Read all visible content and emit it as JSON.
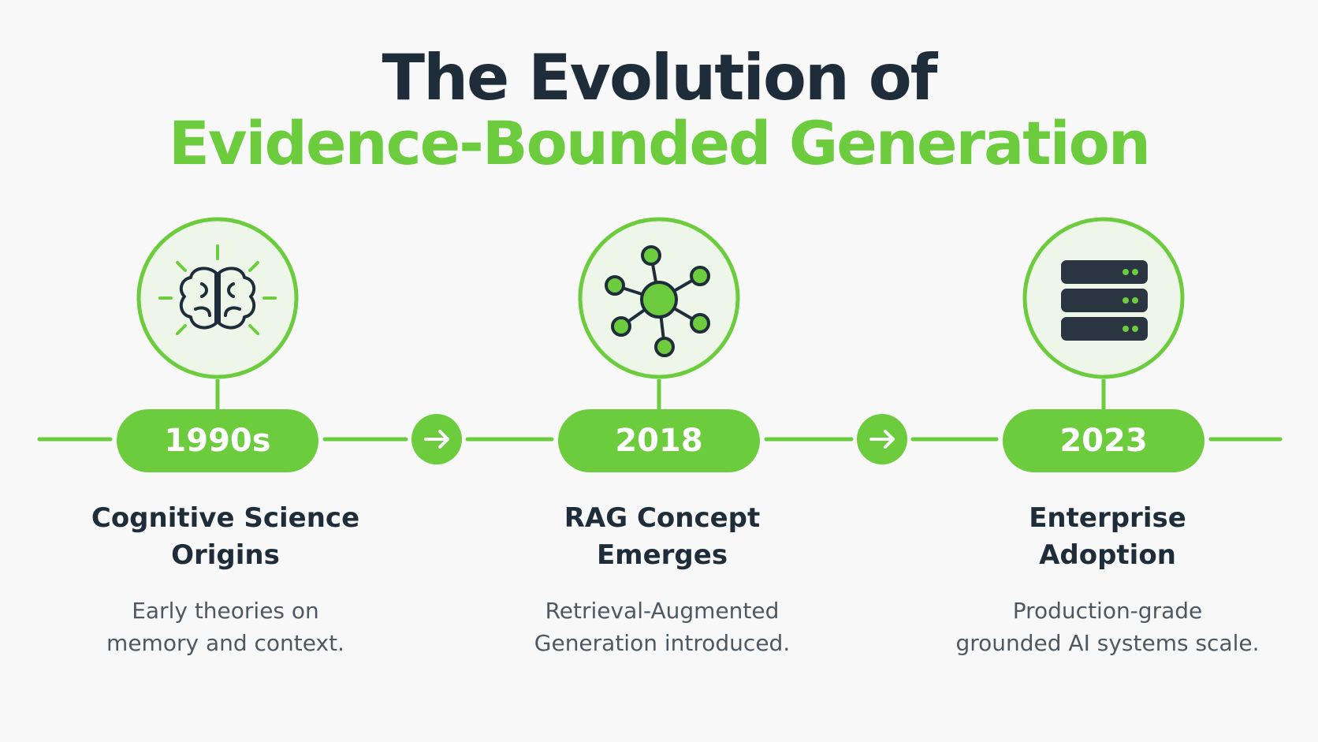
{
  "title": {
    "line1": "The Evolution of",
    "line2": "Evidence-Bounded Generation"
  },
  "colors": {
    "accent": "#6ccc3e",
    "dark": "#1f2d3a",
    "circle_fill": "#eef6ea"
  },
  "milestones": [
    {
      "year": "1990s",
      "title_line1": "Cognitive Science",
      "title_line2": "Origins",
      "desc_line1": "Early theories on",
      "desc_line2": "memory and context.",
      "icon": "brain-icon"
    },
    {
      "year": "2018",
      "title_line1": "RAG Concept",
      "title_line2": "Emerges",
      "desc_line1": "Retrieval-Augmented",
      "desc_line2": "Generation introduced.",
      "icon": "network-icon"
    },
    {
      "year": "2023",
      "title_line1": "Enterprise",
      "title_line2": "Adoption",
      "desc_line1": "Production-grade",
      "desc_line2": "grounded AI systems scale.",
      "icon": "server-icon"
    }
  ],
  "connectors": [
    "arrow-right-icon",
    "arrow-right-icon"
  ]
}
